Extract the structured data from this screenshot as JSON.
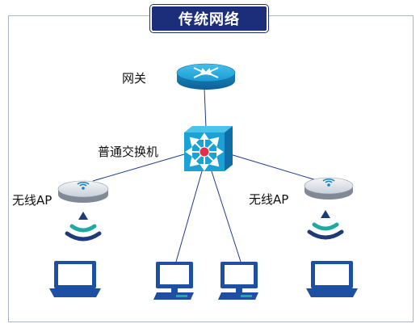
{
  "title": "传统网络",
  "nodes": {
    "gateway": {
      "label": "网关",
      "icon": "router-icon"
    },
    "switch": {
      "label": "普通交换机",
      "icon": "switch-icon"
    },
    "ap_left": {
      "label": "无线AP",
      "icon": "wireless-ap-icon"
    },
    "ap_right": {
      "label": "无线AP",
      "icon": "wireless-ap-icon"
    },
    "laptop_left": {
      "icon": "laptop-icon"
    },
    "desktop_1": {
      "icon": "desktop-icon"
    },
    "desktop_2": {
      "icon": "desktop-icon"
    },
    "laptop_right": {
      "icon": "laptop-icon"
    }
  },
  "colors": {
    "title_bg": "#1c2d79",
    "device_blue": "#1aa1d6",
    "device_dark": "#0e6fa8",
    "computer_blue": "#1d4fa3",
    "wifi_teal": "#1fa9a0",
    "wifi_navy": "#1f3a78",
    "link": "#1f3c8a"
  }
}
